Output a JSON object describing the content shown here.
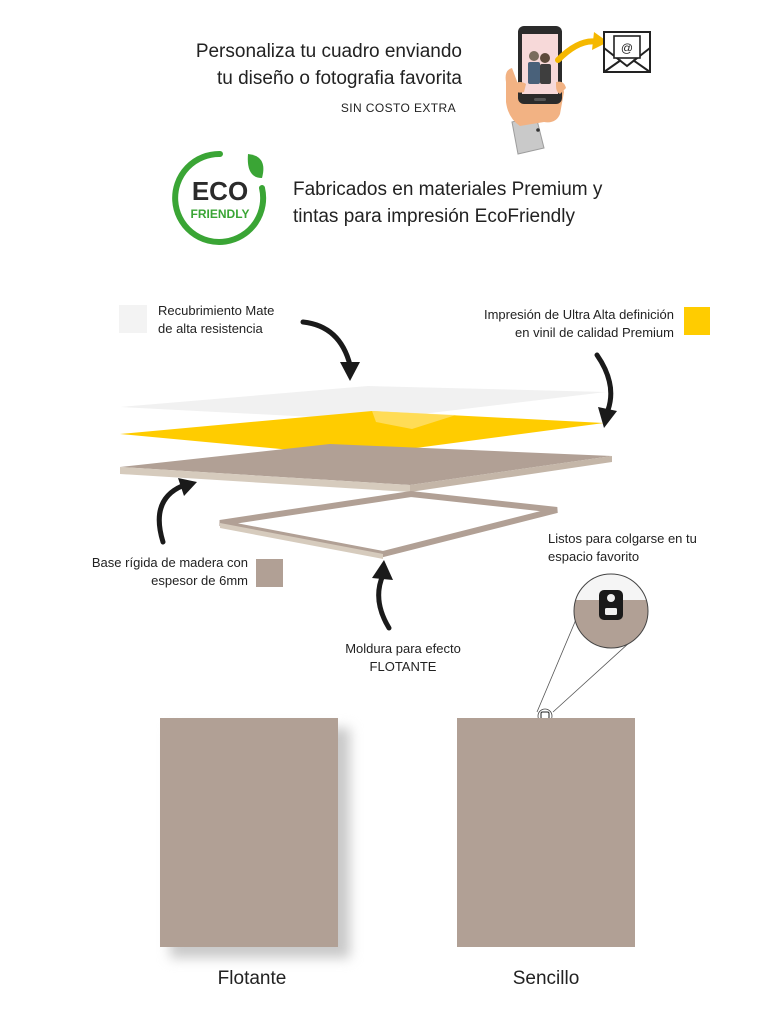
{
  "header": {
    "personaliza_line1": "Personaliza tu cuadro enviando",
    "personaliza_line2": "tu diseño o fotografia favorita",
    "sin_costo": "SIN COSTO EXTRA",
    "fabricados_line1": "Fabricados en materiales Premium y",
    "fabricados_line2": "tintas para impresión EcoFriendly"
  },
  "eco_badge": {
    "word1": "ECO",
    "word2": "FRIENDLY"
  },
  "email_icon_symbol": "@",
  "layers": {
    "mate_line1": "Recubrimiento Mate",
    "mate_line2": "de alta resistencia",
    "uhd_line1": "Impresión de Ultra Alta definición",
    "uhd_line2": "en vinil de calidad Premium",
    "base_line1": "Base rígida de madera con",
    "base_line2": "espesor de 6mm",
    "moldura_line1": "Moldura para efecto",
    "moldura_line2": "FLOTANTE",
    "listos_line1": "Listos para colgarse en tu",
    "listos_line2": "espacio favorito"
  },
  "captions": {
    "flotante": "Flotante",
    "sencillo": "Sencillo"
  },
  "colors": {
    "mate": "#f3f3f3",
    "vinyl": "#ffcc00",
    "wood": "#b1a095",
    "wood_edge": "#d6cbbd",
    "eco_green": "#3aa535",
    "text": "#222222"
  }
}
